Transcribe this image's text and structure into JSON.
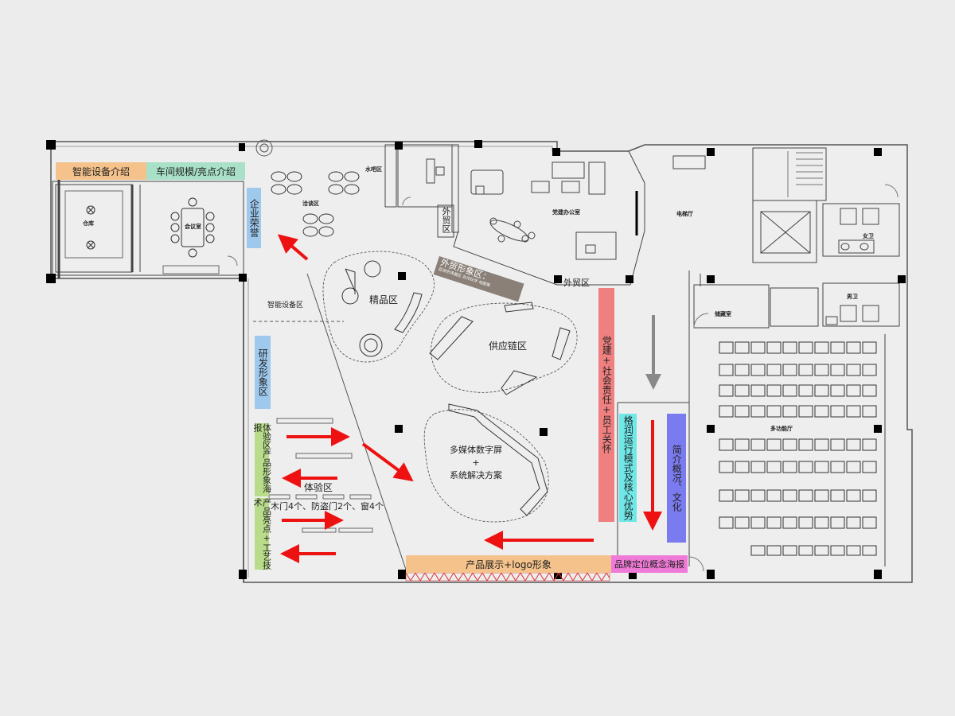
{
  "bands": {
    "smart_device_intro": {
      "label": "智能设备介绍",
      "color": "#f5c28b"
    },
    "workshop_scale": {
      "label": "车间规模/亮点介绍",
      "color": "#a8e0c8"
    },
    "enterprise_honor": {
      "label": "企业荣誉",
      "color": "#9ec8ec"
    },
    "rd_image": {
      "label": "研发形象区",
      "color": "#9ec8ec"
    },
    "experience_poster": {
      "label": "体验区产品形象海报",
      "color": "#b8dc8a"
    },
    "product_highlights": {
      "label": "产品亮点+工艺技术",
      "color": "#b8dc8a"
    },
    "party_building": {
      "label": "党建+社会责任+员工关怀",
      "color": "#f08080"
    },
    "gerun_model": {
      "label": "格润运行模式及核心优势",
      "color": "#6fe8e8"
    },
    "intro_culture": {
      "label": "简介概况、文化",
      "color": "#7b7bf0"
    },
    "product_display": {
      "label": "产品展示+logo形象",
      "color": "#f5c28b"
    },
    "brand_poster": {
      "label": "品牌定位概念海报",
      "color": "#f07ad8"
    }
  },
  "rooms": {
    "warehouse": "仓库",
    "meeting_room": "会议室",
    "negotiation_area": "洽谈区",
    "water_bar": "水吧区",
    "foreign_trade_v": "外贸区",
    "party_office": "党建办公室",
    "foreign_trade": "外贸区",
    "elevator_hall": "电梯厅",
    "female_wc": "女卫",
    "male_wc": "男卫",
    "storage": "储藏室",
    "multi_hall": "多功能厅",
    "smart_device_area": "智能设备区",
    "boutique": "精品区",
    "supply_chain": "供应链区",
    "multimedia_line1": "多媒体数字屏",
    "multimedia_plus": "+",
    "multimedia_line2": "系统解决方案",
    "experience_area": "体验区",
    "experience_items": "木门4个、防盗门2个、窗4个"
  },
  "foreign_trade_image_zone": {
    "label": "外贸形象区：",
    "sublabel": "亚洲市场展区 合作伙伴 地图等"
  },
  "colors": {
    "flow_arrow": "#ee1111",
    "gray_arrow": "#888888",
    "wall": "#333333",
    "column": "#000000",
    "floor": "#eeeeee",
    "chevron": "#e03030"
  }
}
